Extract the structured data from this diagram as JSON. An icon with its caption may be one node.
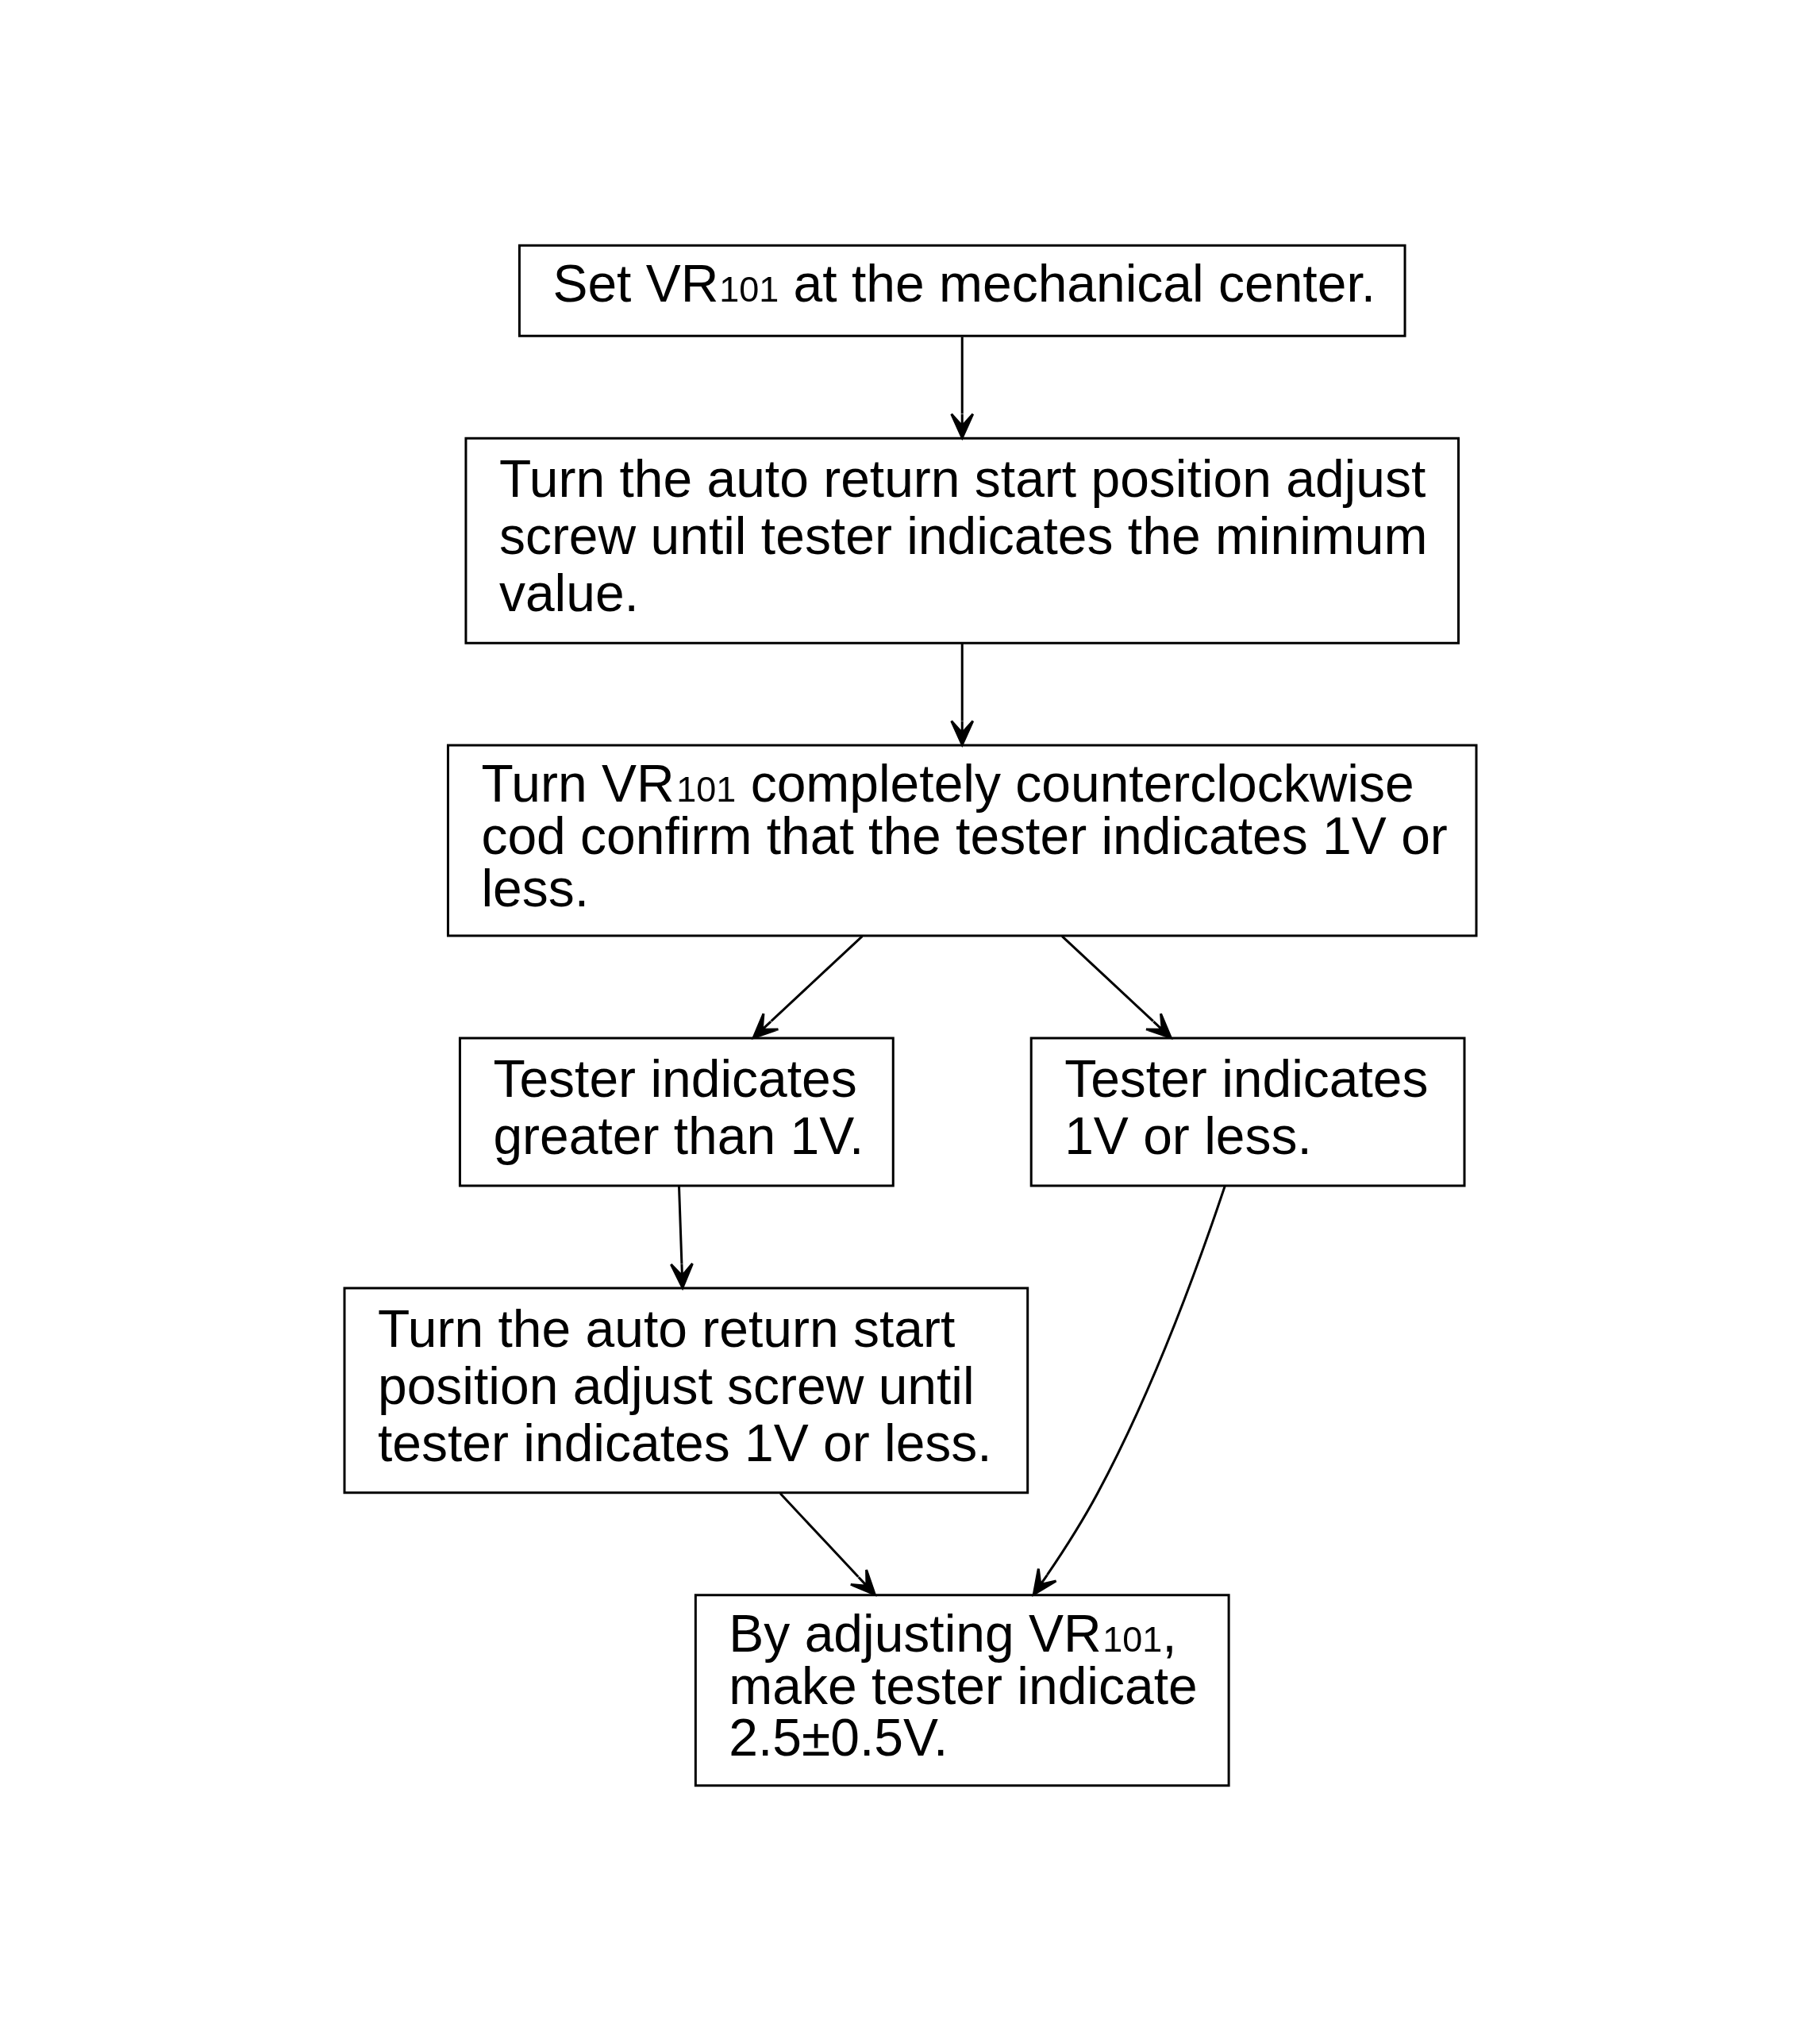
{
  "diagram": {
    "nodes": [
      {
        "text": [
          "Set VR$_{101}$ at the mechanical center."
        ]
      },
      {
        "text": [
          "Turn the auto return start position adjust screw until tester indicates the minimum value."
        ]
      },
      {
        "text": [
          "Turn VR$_{101}$ completely counterclockwise cod confirm that the tester indicates 1V or less."
        ]
      },
      {
        "text": [
          "Tester indicates greater than 1V."
        ]
      },
      {
        "text": [
          "Tester indicates 1V or less."
        ]
      },
      {
        "text": [
          "Turn the auto return start position adjust screw until tester indicates 1V or less."
        ]
      },
      {
        "text": [
          "By adjusting VR$_{101}$, make tester indicate 2.5±0.5V."
        ]
      }
    ],
    "edges": [
      {
        "from": 0,
        "to": 1,
        "arrow": "to"
      },
      {
        "from": 1,
        "to": 2,
        "arrow": "to"
      },
      {
        "from": 2,
        "to": 3,
        "arrow": "to"
      },
      {
        "from": 2,
        "to": 4,
        "arrow": "to"
      },
      {
        "from": 3,
        "to": 5,
        "arrow": "to"
      },
      {
        "from": 5,
        "to": 6,
        "arrow": "to"
      },
      {
        "from": 4,
        "to": 6,
        "arrow": "to"
      }
    ]
  }
}
